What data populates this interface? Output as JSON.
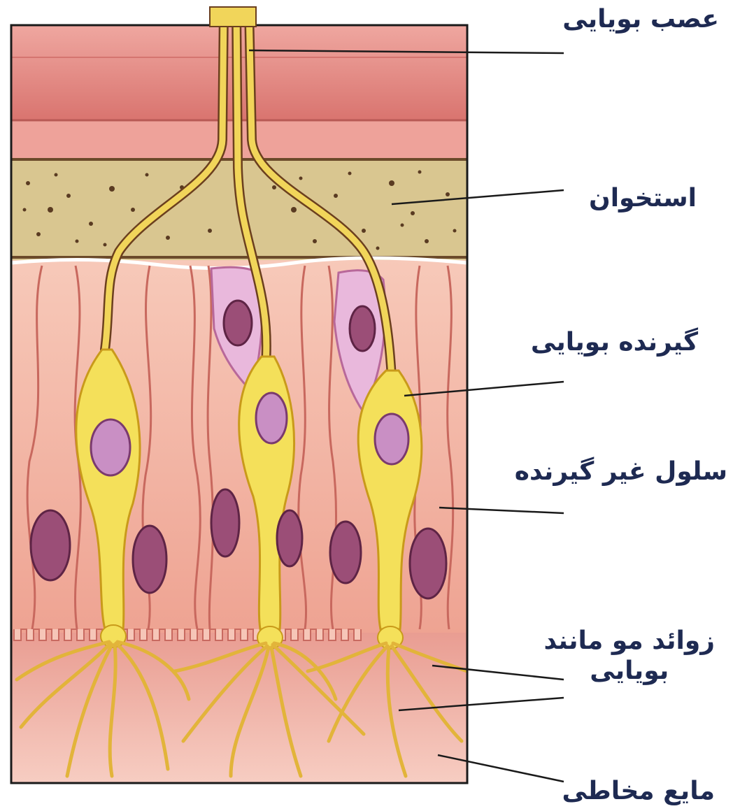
{
  "labels": {
    "olfactory_nerve": "عصب بویایی",
    "bone": "استخوان",
    "olfactory_receptor": "گیرنده بویایی",
    "supporting_cell": "سلول غیر گیرنده",
    "olfactory_cilia_line1": "زوائد مو مانند",
    "olfactory_cilia_line2": "بویایی",
    "mucus": "مایع مخاطی"
  },
  "colors": {
    "label_text": "#1e2a52",
    "tissue_top": "#e48f88",
    "bone": "#d8c48e",
    "epithelium": "#f4b8a8",
    "receptor_cell": "#f4e05a",
    "nucleus": "#9b4e77",
    "receptor_nucleus": "#c98fc4",
    "mucus_layer": "#f2b0a4",
    "pointer_line": "#1a1a1a"
  }
}
